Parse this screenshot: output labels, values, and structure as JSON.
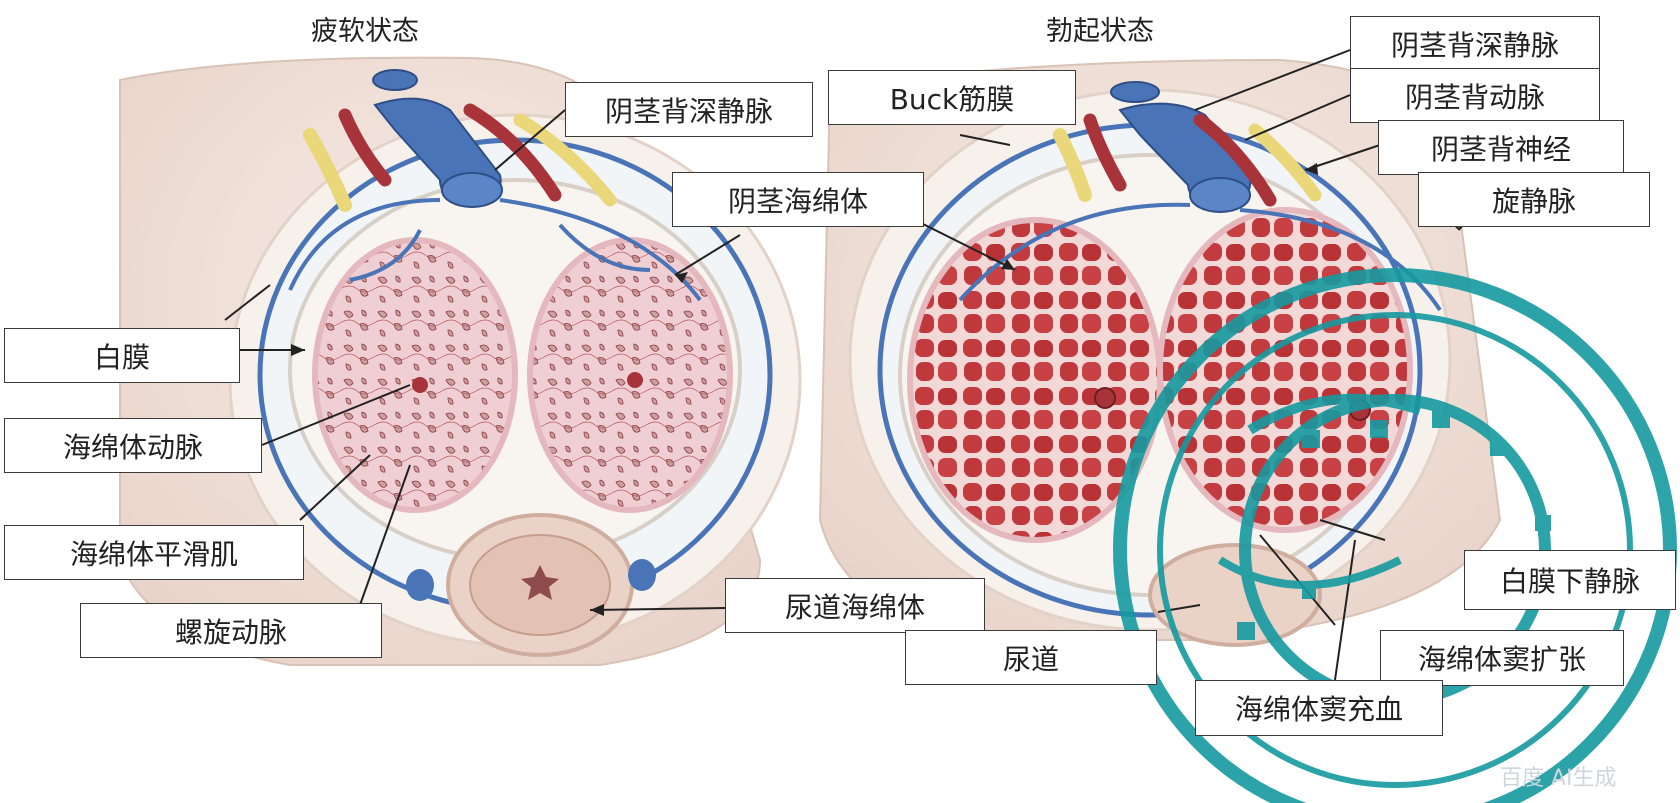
{
  "titles": {
    "left": "疲软状态",
    "right": "勃起状态"
  },
  "labels": {
    "baimo": "白膜",
    "haimianti_dongmai": "海绵体动脉",
    "haimianti_pinghuaji": "海绵体平滑肌",
    "luoxuan_dongmai": "螺旋动脉",
    "yinjing_beishen_jingmai_left": "阴茎背深静脉",
    "yinjing_haimianti": "阴茎海绵体",
    "niaodao_haimianti": "尿道海绵体",
    "buck_jinmo": "Buck筋膜",
    "yinjing_beishen_jingmai_right": "阴茎背深静脉",
    "yinjing_bei_dongmai": "阴茎背动脉",
    "yinjing_bei_shenjing": "阴茎背神经",
    "xuan_jingmai": "旋静脉",
    "baimo_xia_jingmai": "白膜下静脉",
    "niaodao": "尿道",
    "haimianti_dou_kuozhang": "海绵体窦扩张",
    "haimianti_dou_chongxue": "海绵体窦充血"
  },
  "watermark": {
    "text": "百度 AI生成"
  },
  "colors": {
    "vein": "#4a74b8",
    "artery": "#a8343a",
    "nerve": "#e9d77a",
    "flaccid_tissue": "#ecc3c8",
    "erect_tissue": "#c2393d",
    "skin": "#f1e1da",
    "stamp": "#159aa0"
  }
}
